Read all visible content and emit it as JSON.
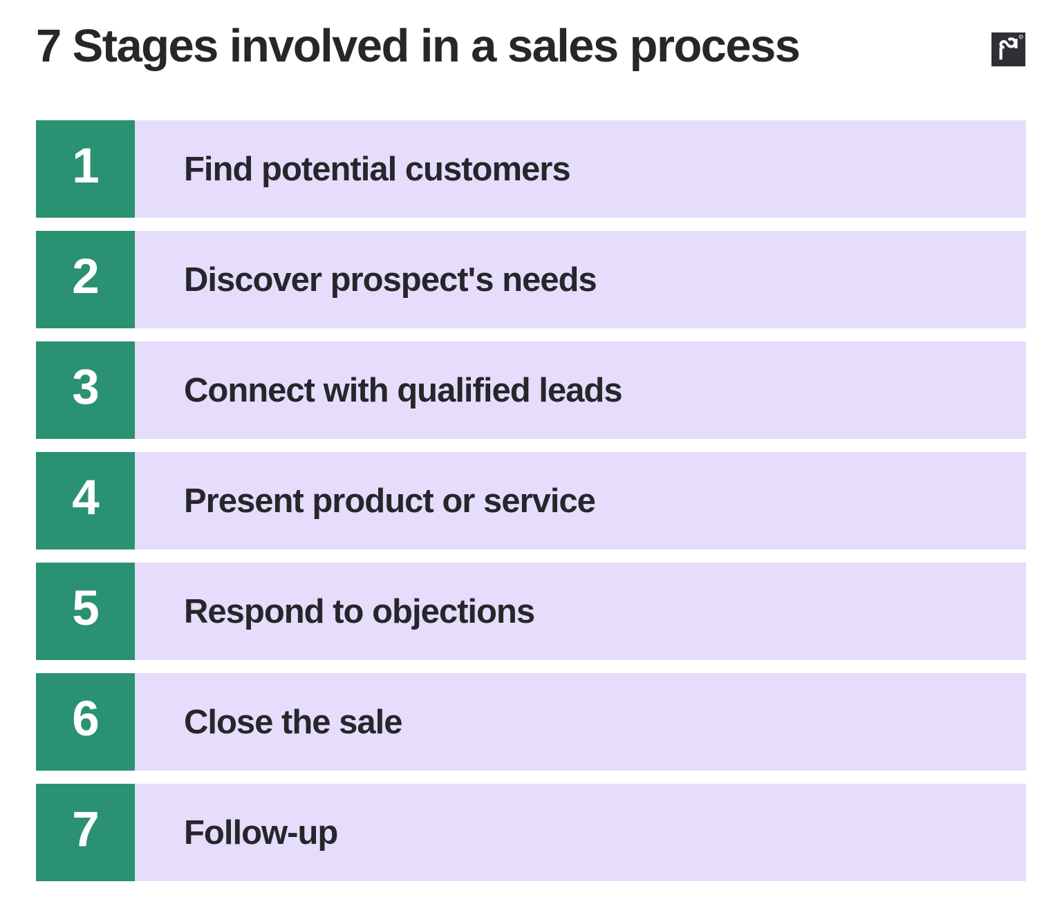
{
  "header": {
    "title": "7 Stages involved in a sales process",
    "logo_name": "pandadoc-logo"
  },
  "colors": {
    "number_box": "#2A9173",
    "row_background": "#E5DDFB",
    "text": "#26262B",
    "number_text": "#FFFFFF",
    "page_background": "#FFFFFF",
    "logo_background": "#2F2F35"
  },
  "stages": [
    {
      "number": "1",
      "label": "Find potential customers"
    },
    {
      "number": "2",
      "label": "Discover prospect's needs"
    },
    {
      "number": "3",
      "label": "Connect with qualified leads"
    },
    {
      "number": "4",
      "label": "Present product or service"
    },
    {
      "number": "5",
      "label": "Respond to objections"
    },
    {
      "number": "6",
      "label": "Close the sale"
    },
    {
      "number": "7",
      "label": "Follow-up"
    }
  ]
}
